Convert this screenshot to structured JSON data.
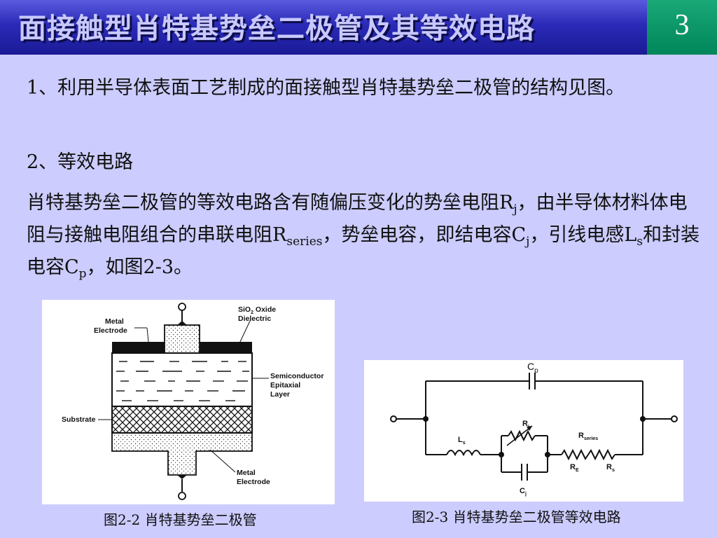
{
  "header": {
    "title": "面接触型肖特基势垒二极管及其等效电路",
    "page_number": "3"
  },
  "body": {
    "p1": "1、利用半导体表面工艺制成的面接触型肖特基势垒二极管的结构见图。",
    "p2": "2、等效电路",
    "p3": {
      "t1": "肖特基势垒二极管的等效电路含有随偏压变化的势垒电阻R",
      "s1": "j",
      "t2": "，由半导体材料体电阻与接触电阻组合的串联电阻R",
      "s2": "series",
      "t3": "，势垒电容，即结电容C",
      "s3": "j",
      "t4": "，引线电感L",
      "s4": "s",
      "t5": "和封装电容C",
      "s5": "p",
      "t6": "，如图2-3。"
    }
  },
  "figure_2_2": {
    "caption": "图2-2  肖特基势垒二极管",
    "labels": {
      "sio2_a": "SiO",
      "sio2_sub": "2",
      "sio2_b": " Oxide",
      "dielectric": "Dielectric",
      "metal_top_1": "Metal",
      "metal_top_2": "Electrode",
      "semi_1": "Semiconductor",
      "semi_2": "Epitaxial",
      "semi_3": "Layer",
      "substrate": "Substrate",
      "metal_bot_1": "Metal",
      "metal_bot_2": "Electrode"
    }
  },
  "figure_2_3": {
    "caption": "图2-3  肖特基势垒二极管等效电路",
    "labels": {
      "cp": "C",
      "cp_sub": "p",
      "rj": "R",
      "rj_sub": "j",
      "ls": "L",
      "ls_sub": "s",
      "rseries": "R",
      "rseries_sub": "series",
      "re": "R",
      "re_sub": "E",
      "rs": "R",
      "rs_sub": "s",
      "cj": "C",
      "cj_sub": "j"
    }
  }
}
